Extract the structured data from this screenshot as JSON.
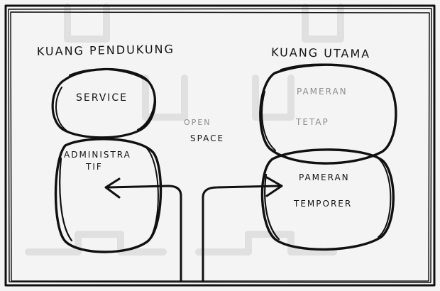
{
  "diagram": {
    "zones": {
      "support": {
        "title": "KUANG PENDUKUNG",
        "rooms": [
          {
            "label": "SERVICE"
          },
          {
            "label_line1": "ADMINISTRA",
            "label_line2": "TIF"
          }
        ]
      },
      "main": {
        "title": "KUANG UTAMA",
        "rooms": [
          {
            "label_line1": "PAMERAN",
            "label_line2": "TETAP"
          },
          {
            "label_line1": "PAMERAN",
            "label_line2": "TEMPORER"
          }
        ]
      }
    },
    "center": {
      "line1": "OPEN",
      "line2": "SPACE"
    }
  }
}
